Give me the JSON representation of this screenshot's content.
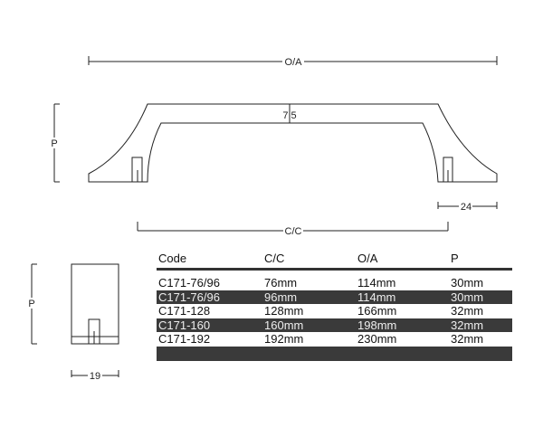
{
  "drawing": {
    "overall_label": "O/A",
    "projection_label": "P",
    "centers_label": "C/C",
    "thickness_label": "7 5",
    "foot_width_label": "24",
    "side_projection_label": "P",
    "side_width_label": "19",
    "line_color": "#222222"
  },
  "table": {
    "headers": [
      "Code",
      "C/C",
      "O/A",
      "P"
    ],
    "rows": [
      [
        "C171-76/96",
        "76mm",
        "114mm",
        "30mm"
      ],
      [
        "C171-76/96",
        "96mm",
        "114mm",
        "30mm"
      ],
      [
        "C171-128",
        "128mm",
        "166mm",
        "32mm"
      ],
      [
        "C171-160",
        "160mm",
        "198mm",
        "32mm"
      ],
      [
        "C171-192",
        "192mm",
        "230mm",
        "32mm"
      ],
      [
        "",
        "",
        "",
        ""
      ]
    ],
    "stripe_color": "#3a3a3a"
  }
}
